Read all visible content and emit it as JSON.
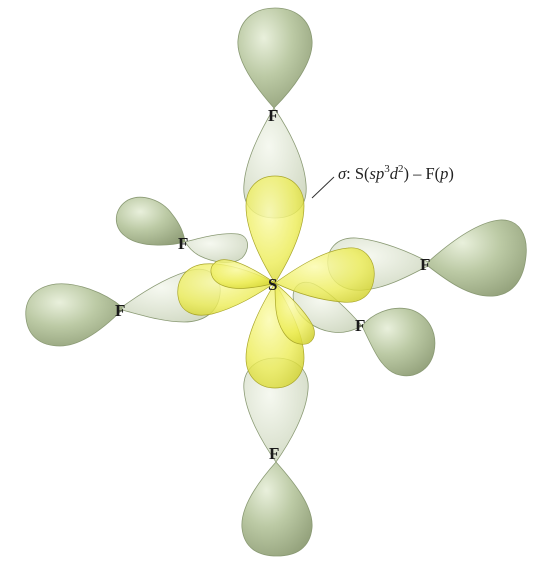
{
  "diagram": {
    "central_atom": "S",
    "ligand_atom": "F",
    "caption": {
      "sigma": "σ",
      "colon": ": S(",
      "sp": "sp",
      "sp_exp": "3",
      "d": "d",
      "d_exp": "2",
      "mid": ") – F(",
      "p": "p",
      "end": ")"
    },
    "colors": {
      "hybrid_orbital": "#e8e84a",
      "fluorine_orbital": "#b9c9a2",
      "outline": "#8a9a74"
    }
  }
}
